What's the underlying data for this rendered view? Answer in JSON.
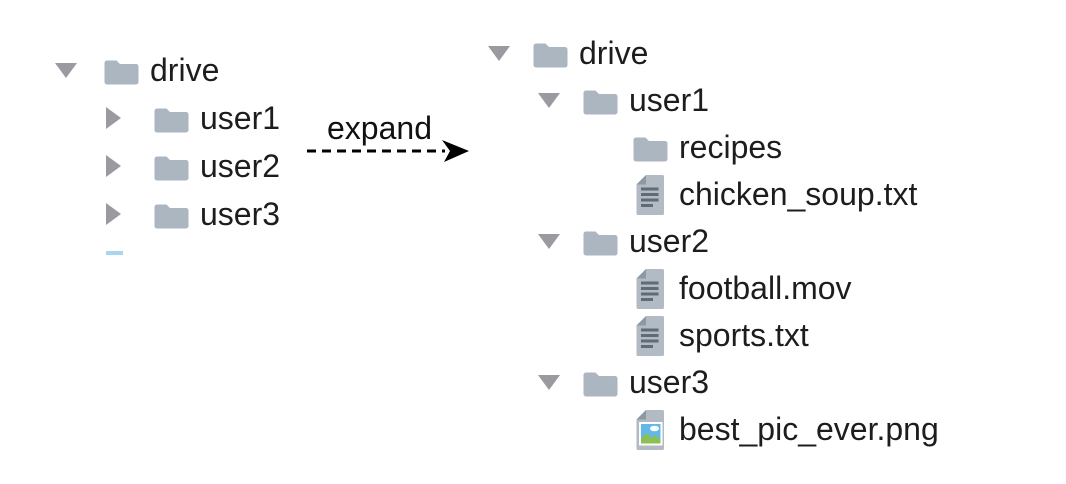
{
  "transition": {
    "label": "expand"
  },
  "left_tree": {
    "rows": [
      {
        "label": "drive",
        "icon": "folder-icon",
        "disclosure": "down",
        "level": 0
      },
      {
        "label": "user1",
        "icon": "folder-icon",
        "disclosure": "right",
        "level": 1
      },
      {
        "label": "user2",
        "icon": "folder-icon",
        "disclosure": "right",
        "level": 1
      },
      {
        "label": "user3",
        "icon": "folder-icon",
        "disclosure": "right",
        "level": 1
      }
    ]
  },
  "right_tree": {
    "rows": [
      {
        "label": "drive",
        "icon": "folder-icon",
        "disclosure": "down",
        "level": 0
      },
      {
        "label": "user1",
        "icon": "folder-icon",
        "disclosure": "down",
        "level": 1
      },
      {
        "label": "recipes",
        "icon": "folder-icon",
        "disclosure": "none",
        "level": 2
      },
      {
        "label": "chicken_soup.txt",
        "icon": "text-file-icon",
        "disclosure": "none",
        "level": 2
      },
      {
        "label": "user2",
        "icon": "folder-icon",
        "disclosure": "down",
        "level": 1
      },
      {
        "label": "football.mov",
        "icon": "text-file-icon",
        "disclosure": "none",
        "level": 2
      },
      {
        "label": "sports.txt",
        "icon": "text-file-icon",
        "disclosure": "none",
        "level": 2
      },
      {
        "label": "user3",
        "icon": "folder-icon",
        "disclosure": "down",
        "level": 1
      },
      {
        "label": "best_pic_ever.png",
        "icon": "image-file-icon",
        "disclosure": "none",
        "level": 2
      }
    ]
  },
  "colors": {
    "folder": "#acb6c0",
    "disclosure": "#9a9aa0",
    "text": "#1d1d1f",
    "file_page": "#b2bbc4",
    "file_fold": "#8e98a3",
    "file_lines": "#5f6b77",
    "image_sky": "#62b8e8",
    "image_hill": "#8cc152",
    "image_cloud": "#ffffff",
    "arrow": "#000000",
    "artifact_blue": "#a9d6ef"
  }
}
